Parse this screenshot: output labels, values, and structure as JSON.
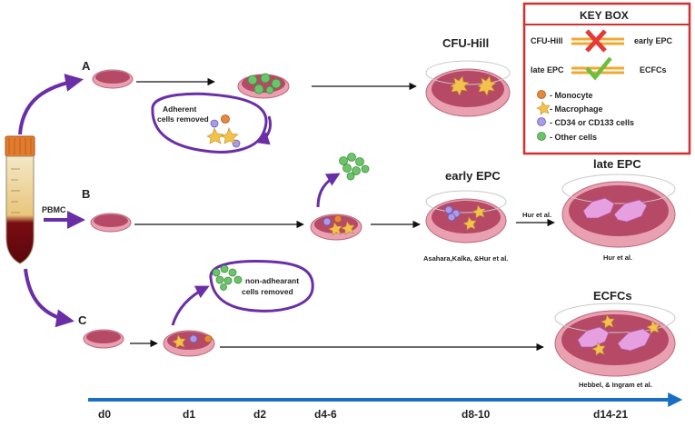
{
  "rows": {
    "a": {
      "label": "A"
    },
    "b": {
      "label": "B"
    },
    "c": {
      "label": "C"
    }
  },
  "pbmc_label": "PBMC",
  "callouts": {
    "adherent_line1": "Adherent",
    "adherent_line2": "cells removed",
    "nonadherent_line1": "non-adhearant",
    "nonadherent_line2": "cells removed"
  },
  "results": {
    "cfu_hill": "CFU-Hill",
    "early_epc": "early EPC",
    "early_epc_ref": "Asahara,Kalka, &Hur et al.",
    "late_epc": "late EPC",
    "late_epc_ref": "Hur et al.",
    "transition_ref": "Hur et al.",
    "ecfcs": "ECFCs",
    "ecfcs_ref": "Hebbel, & Ingram et al."
  },
  "key_box": {
    "title": "KEY BOX",
    "pair1_left": "CFU-Hill",
    "pair1_right": "early EPC",
    "pair2_left": "late EPC",
    "pair2_right": "ECFCs",
    "legend": [
      {
        "label": "- Monocyte",
        "color": "#e8893a"
      },
      {
        "label": "- Macrophage",
        "color": "#f2c14e"
      },
      {
        "label": "- CD34 or CD133 cells",
        "color": "#a99be6"
      },
      {
        "label": "- Other cells",
        "color": "#6cc46a"
      }
    ]
  },
  "timeline": {
    "ticks": [
      "d0",
      "d1",
      "d2",
      "d4-6",
      "d8-10",
      "d14-21"
    ],
    "color": "#1a6fc4"
  },
  "colors": {
    "arrow_purple": "#6a2ea6",
    "dish_medium": "#b64a66",
    "dish_rim": "#e9a0b1",
    "key_border": "#d32f2f",
    "cross": "#e53935",
    "check": "#6cbf3c",
    "link_orange": "#f0a830"
  }
}
